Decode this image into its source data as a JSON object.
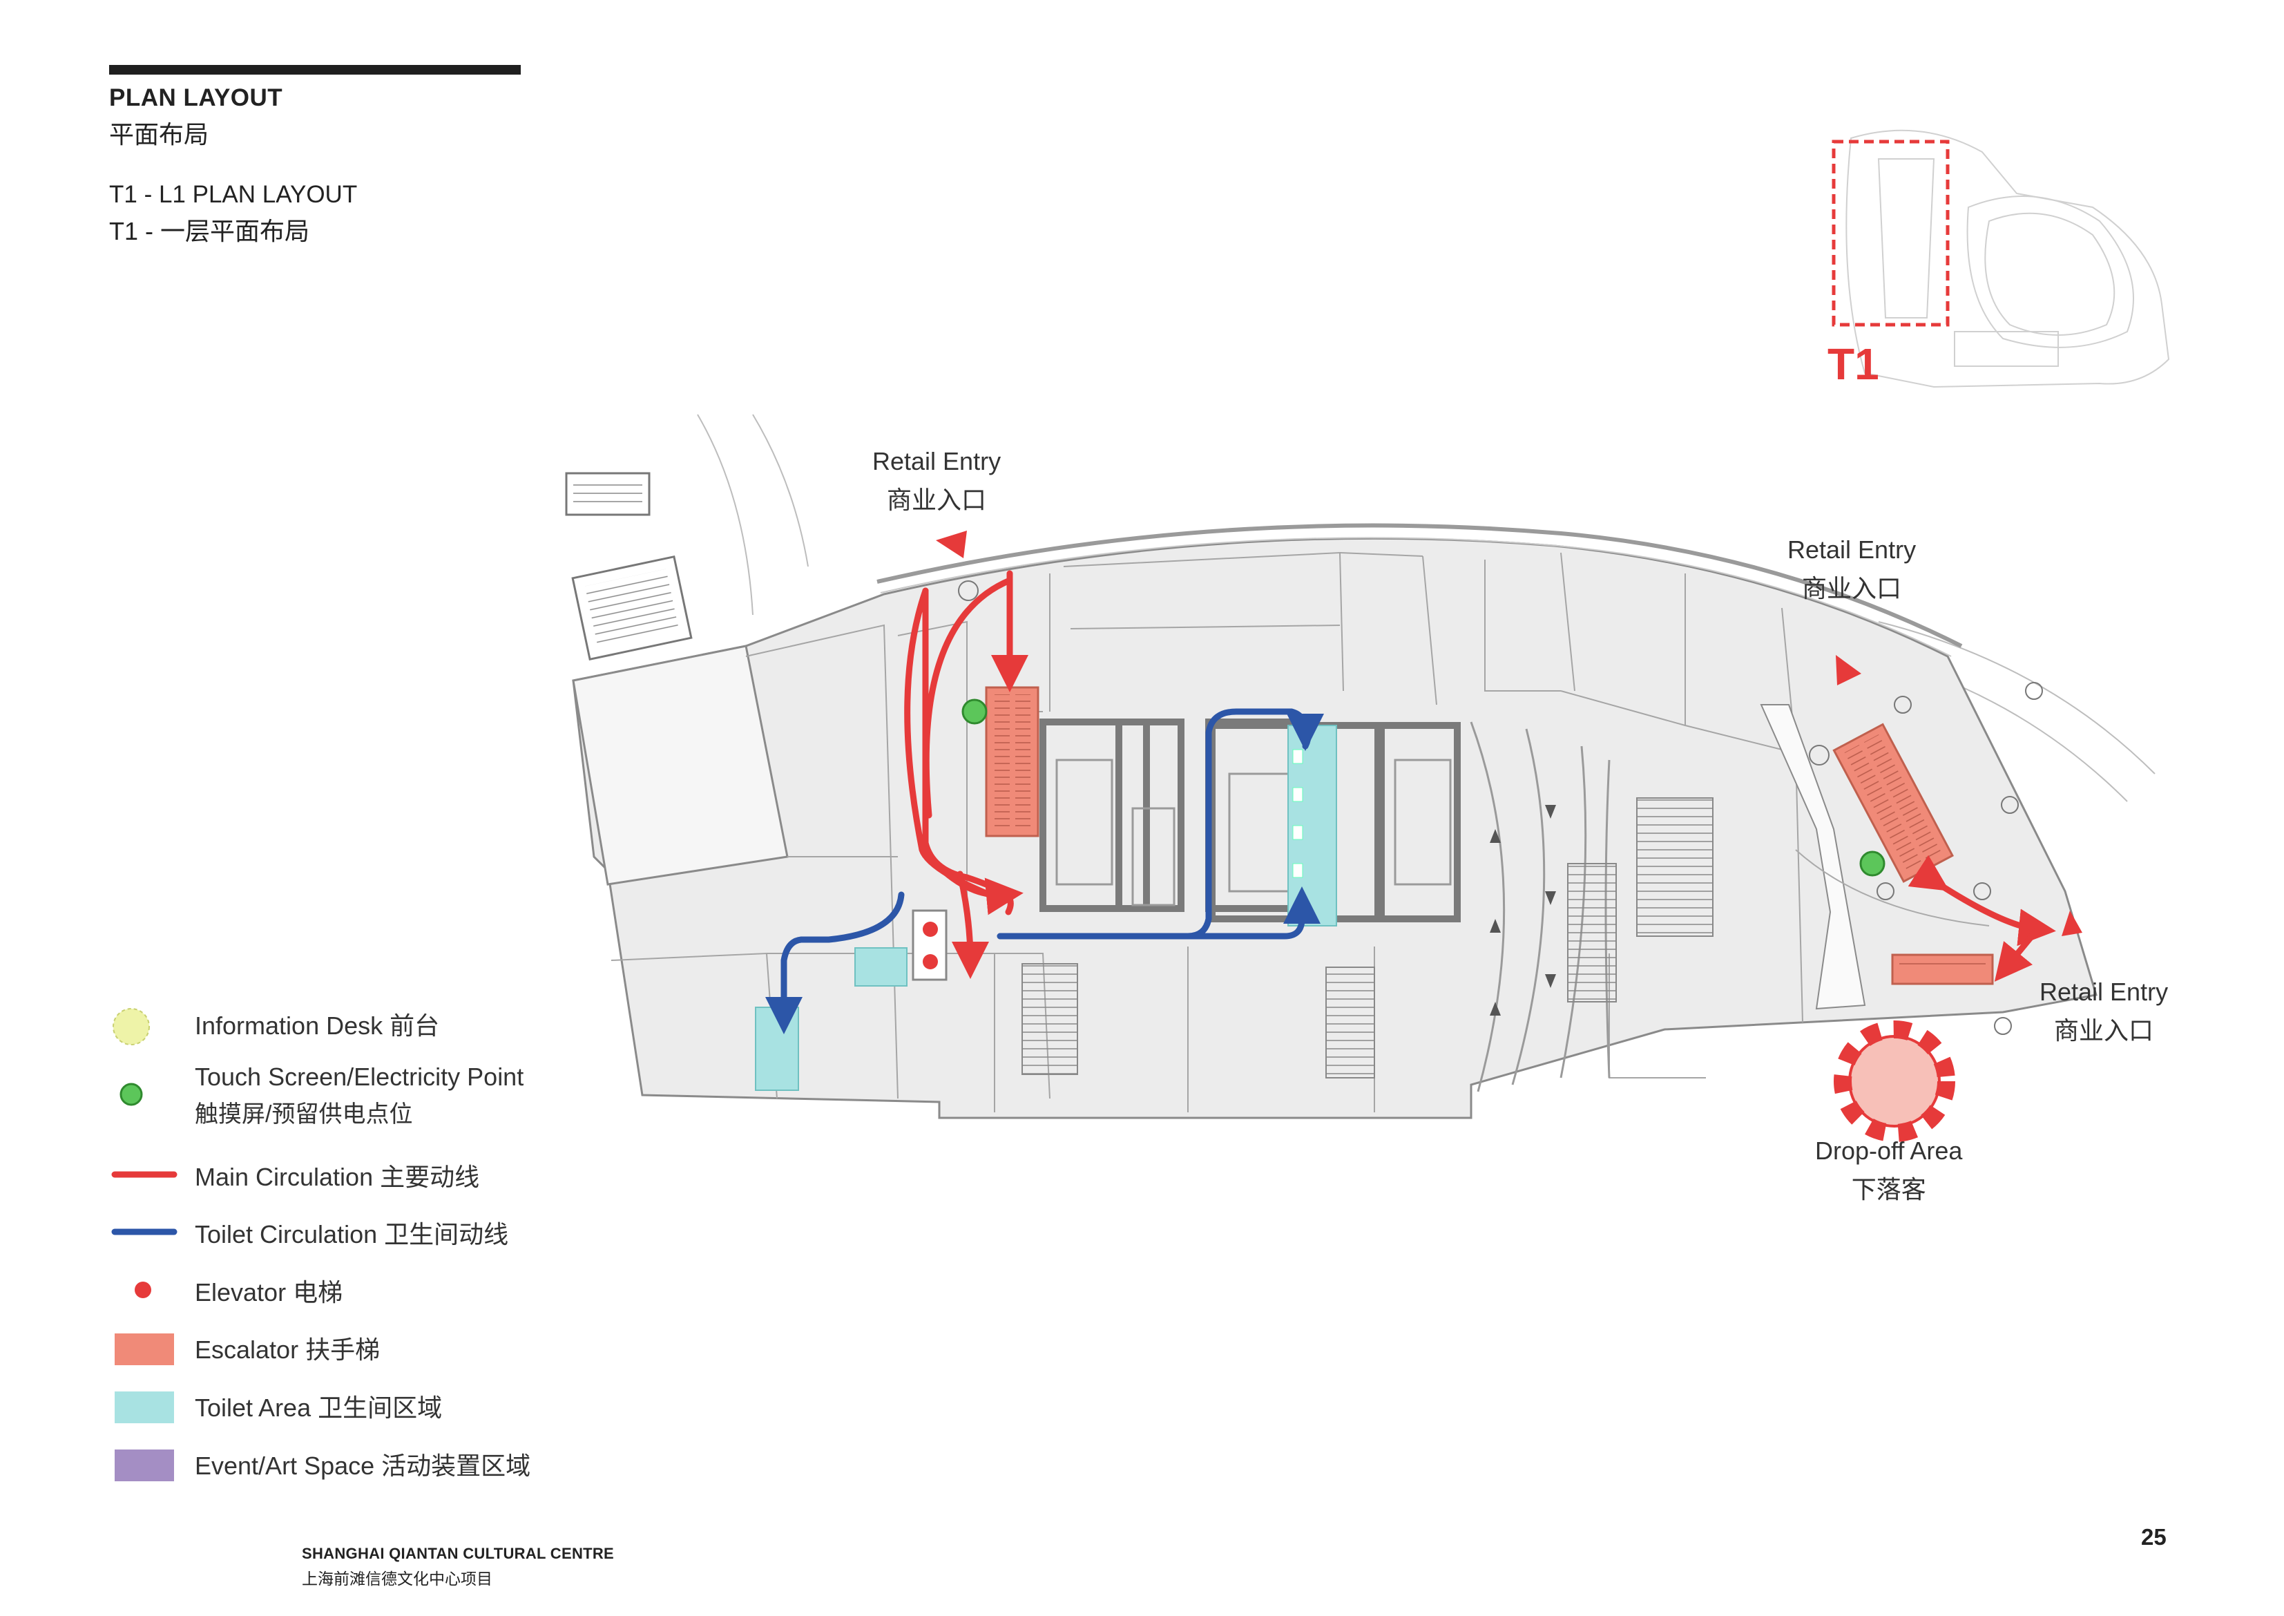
{
  "header": {
    "title": "PLAN LAYOUT",
    "title_cn": "平面布局",
    "subtitle": "T1 - L1 PLAN LAYOUT",
    "subtitle_cn": "T1 - 一层平面布局"
  },
  "key_plan": {
    "label": "T1"
  },
  "plan_labels": {
    "retail_entry_top": {
      "en": "Retail Entry",
      "cn": "商业入口"
    },
    "retail_entry_right": {
      "en": "Retail Entry",
      "cn": "商业入口"
    },
    "retail_entry_lower_right": {
      "en": "Retail Entry",
      "cn": "商业入口"
    },
    "drop_off": {
      "en": "Drop-off Area",
      "cn": "下落客"
    }
  },
  "legend": [
    {
      "label": "Information Desk 前台",
      "icon": "info-desk-dot",
      "color": "#eef3a8"
    },
    {
      "label": "Touch Screen/Electricity Point",
      "label_cn": "触摸屏/预留供电点位",
      "icon": "touch-screen-dot",
      "color": "#5cc65a"
    },
    {
      "label": "Main Circulation 主要动线",
      "icon": "red-line",
      "color": "#e63a3a"
    },
    {
      "label": "Toilet Circulation 卫生间动线",
      "icon": "blue-line",
      "color": "#2c56a8"
    },
    {
      "label": "Elevator 电梯",
      "icon": "elevator-dot",
      "color": "#e63a3a"
    },
    {
      "label": "Escalator 扶手梯",
      "icon": "escalator-swatch",
      "color": "#f08a78"
    },
    {
      "label": "Toilet Area 卫生间区域",
      "icon": "toilet-swatch",
      "color": "#a8e2e2"
    },
    {
      "label": "Event/Art Space 活动装置区域",
      "icon": "event-swatch",
      "color": "#a48ec4"
    }
  ],
  "footer": {
    "project": "SHANGHAI QIANTAN CULTURAL CENTRE",
    "project_cn": "上海前滩信德文化中心项目",
    "page": "25"
  },
  "colors": {
    "main_circulation": "#e63a3a",
    "toilet_circulation": "#2c56a8",
    "escalator": "#f08a78",
    "toilet_area": "#a8e2e2",
    "plan_fill": "#ececec",
    "wall": "#7a7a7a",
    "key_plan_marker": "#e63a3a"
  }
}
